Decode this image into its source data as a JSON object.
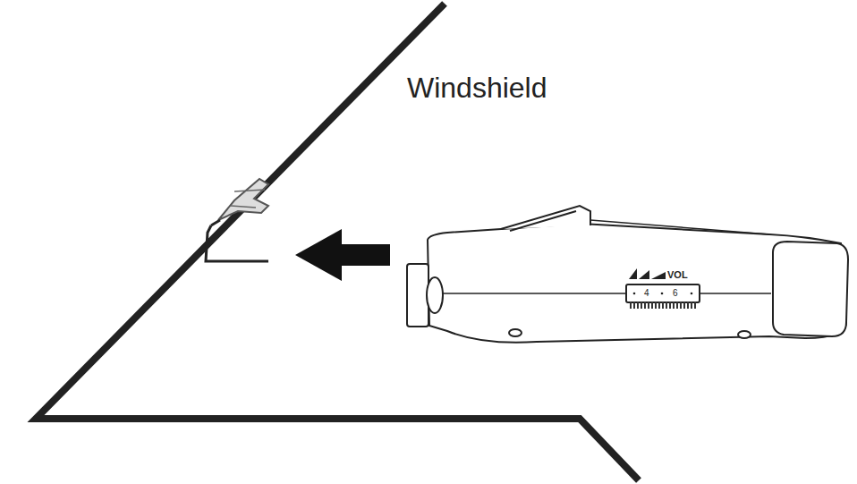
{
  "diagram": {
    "labels": [
      "Windshield",
      "VOL",
      "4",
      "6"
    ]
  }
}
